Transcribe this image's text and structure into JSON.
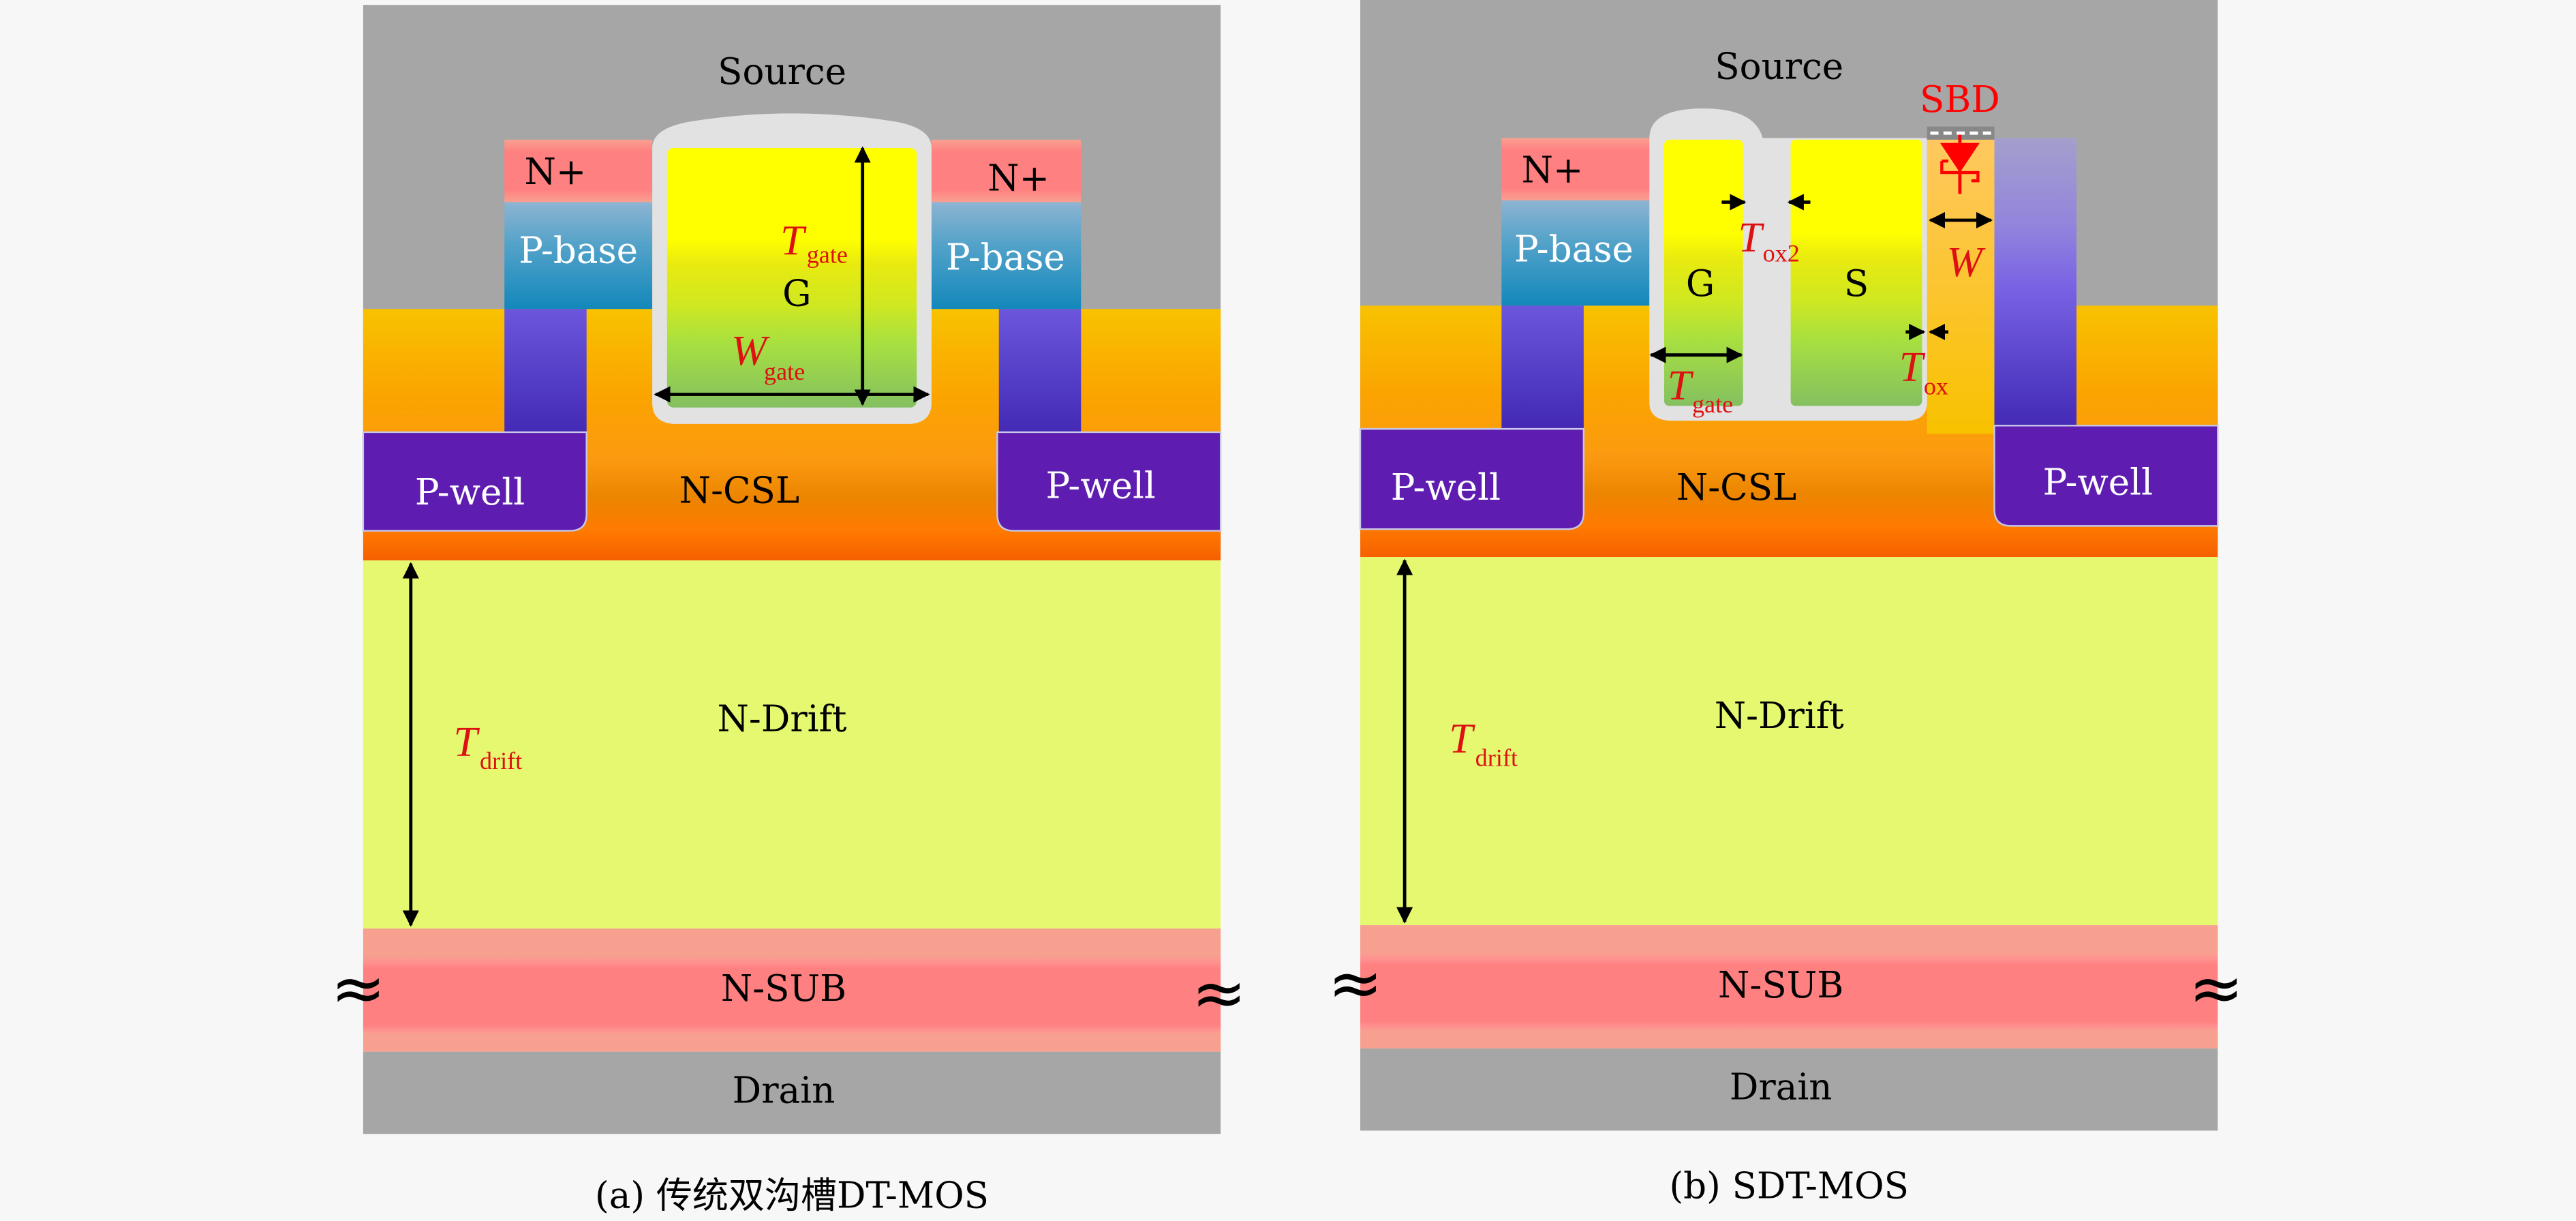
{
  "figures": [
    {
      "id": "a",
      "caption": "(a) 传统双沟槽DT-MOS",
      "labels": {
        "source": "Source",
        "nplus_left": "N+",
        "nplus_right": "N+",
        "pbase_left": "P-base",
        "pbase_right": "P-base",
        "gate": "G",
        "pwell_left": "P-well",
        "pwell_right": "P-well",
        "ncsl": "N-CSL",
        "ndrift": "N-Drift",
        "nsub": "N-SUB",
        "drain": "Drain"
      },
      "dimensions": {
        "t_gate": {
          "symbol": "T",
          "subscript": "gate"
        },
        "w_gate": {
          "symbol": "W",
          "subscript": "gate"
        },
        "t_drift": {
          "symbol": "T",
          "subscript": "drift"
        }
      }
    },
    {
      "id": "b",
      "caption": "(b) SDT-MOS",
      "labels": {
        "source": "Source",
        "sbd": "SBD",
        "nplus_left": "N+",
        "pbase_left": "P-base",
        "gate": "G",
        "split_source": "S",
        "pwell_left": "P-well",
        "pwell_right": "P-well",
        "ncsl": "N-CSL",
        "ndrift": "N-Drift",
        "nsub": "N-SUB",
        "drain": "Drain"
      },
      "dimensions": {
        "t_ox2": {
          "symbol": "T",
          "subscript": "ox2"
        },
        "w": {
          "symbol": "W",
          "subscript": ""
        },
        "t_gate": {
          "symbol": "T",
          "subscript": "gate"
        },
        "t_ox": {
          "symbol": "T",
          "subscript": "ox"
        },
        "t_drift": {
          "symbol": "T",
          "subscript": "drift"
        }
      }
    }
  ],
  "colors": {
    "metal": "#a6a6a6",
    "oxide": "#e2e2e2",
    "nplus": "#ff8080",
    "pbase": "#2b9cc9",
    "pwell": "#5e1db0",
    "ncsl": "#fb9a10",
    "ndrift": "#e5f870",
    "nsub": "#ff8585",
    "annotation_red": "#dd1111"
  },
  "break_symbol": "≈"
}
